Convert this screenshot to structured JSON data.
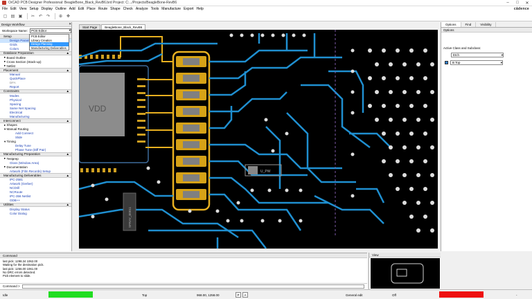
{
  "window": {
    "title": "OrCAD PCB Designer Professional: BeagleBone_Black_RevB6.brd  Project: C:.../Projects/BeagleBone-RevB6",
    "min": "–",
    "max": "□",
    "close": "✕"
  },
  "menu": {
    "items": [
      "File",
      "Edit",
      "View",
      "Setup",
      "Display",
      "Outline",
      "Add",
      "Edit",
      "Place",
      "Route",
      "Shape",
      "Check",
      "Analyze",
      "Tools",
      "Manufacture",
      "Export",
      "Help"
    ],
    "brand": "cādence"
  },
  "left": {
    "panel_title": "Design Workflow",
    "workspace_label": "Workspace Name:",
    "workspace_value": "PCB Editor",
    "dropdown": [
      "PCB Editor",
      "Library Creation",
      "Design Planning",
      "Manufacturing Deliverables"
    ],
    "setup": {
      "title": "Setup",
      "items": [
        "Design Parameters",
        "Grids",
        "Colors"
      ]
    },
    "database": {
      "title": "Database Preparation",
      "items": [
        "Board Outline",
        "Cross Section (Stack-up)",
        "Netlist"
      ]
    },
    "placement": {
      "title": "Placement",
      "items": [
        "Manual",
        "QuickPlace",
        "DFA",
        "Report"
      ]
    },
    "constraints": {
      "title": "Constraints",
      "items": [
        "Modes",
        "Physical",
        "Spacing",
        "Same Net Spacing",
        "Electrical",
        "Manufacturing"
      ]
    },
    "interconnect": {
      "title": "Interconnect",
      "items": [
        "Shapes",
        "Manual Routing",
        "Add Connect",
        "Slide",
        "Timing",
        "Delay Tune",
        "Phase Tune (Diff Pair)"
      ]
    },
    "mfgprep": {
      "title": "Manufacturing Preparation",
      "items": [
        "Testprep",
        "Gloss (Window Area)",
        "Documentation",
        "Artwork (Film Records) Setup"
      ]
    },
    "mfgdeliv": {
      "title": "Manufacturing Deliverables",
      "items": [
        "IPC-2581",
        "Artwork (Gerber)",
        "NCDrill",
        "NCRoute",
        "IPC-356 Netlist",
        "ODB++"
      ]
    },
    "utilities": {
      "title": "Utilities",
      "items": [
        "Display Status",
        "Color Dialog"
      ]
    }
  },
  "tabs": [
    "Start Page",
    "BeagleBone_Black_RevB6"
  ],
  "canvas": {
    "label_left": "VDD",
    "label_chip": "U_PW",
    "label_rot": "SPRAY_B0011"
  },
  "right": {
    "tabs": [
      "Options",
      "Find",
      "Visibility"
    ],
    "header": "Options",
    "class_label": "Active Class and Subclass:",
    "class_value": "Etch",
    "subclass_value": "B Top",
    "subclass_color": "#2f7fd6"
  },
  "command": {
    "title": "Command",
    "log": [
      "last pick:  1298.34 1062.00",
      "Waiting for the destination pick.",
      "last pick:  1256.00 1061.00",
      "No DRC errors detected.",
      "Pick element to slide."
    ],
    "prompt": "Command >"
  },
  "view": {
    "title": "View"
  },
  "status": {
    "mode": "Idle",
    "layer": "Top",
    "coords": "968.00, 1258.00",
    "btn_p": "P",
    "btn_a": "A",
    "edit": "General edit",
    "off": "Off",
    "dash": "-",
    "colors": {
      "idle": "#22dd22",
      "drc": "#ee1111"
    }
  }
}
